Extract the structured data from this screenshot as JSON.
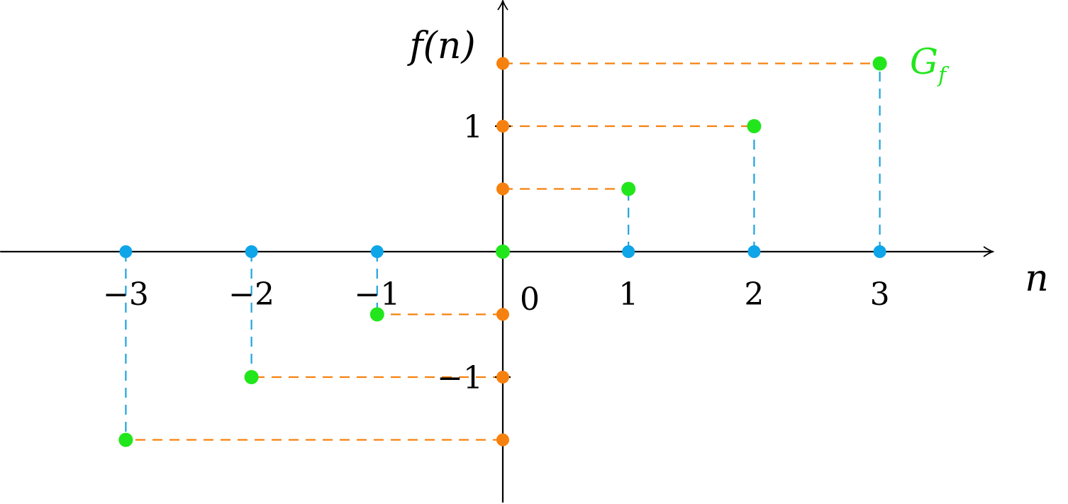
{
  "chart_data": {
    "type": "scatter",
    "title": "",
    "xlabel": "n",
    "ylabel": "f(n)",
    "graph_label": {
      "main": "G",
      "sub": "f"
    },
    "xlim": [
      -4,
      3.9
    ],
    "ylim": [
      -2,
      2
    ],
    "x_ticks": [
      -3,
      -2,
      -1,
      0,
      1,
      2,
      3
    ],
    "x_tick_labels": [
      "−3",
      "−2",
      "−1",
      "0",
      "1",
      "2",
      "3"
    ],
    "y_ticks": [
      1,
      -1
    ],
    "y_tick_labels": [
      "1",
      "−1"
    ],
    "grid": false,
    "points": [
      {
        "x": -3,
        "y": -1.5
      },
      {
        "x": -2,
        "y": -1
      },
      {
        "x": -1,
        "y": -0.5
      },
      {
        "x": 0,
        "y": 0
      },
      {
        "x": 1,
        "y": 0.5
      },
      {
        "x": 2,
        "y": 1
      },
      {
        "x": 3,
        "y": 1.5
      }
    ],
    "colors": {
      "graph_points": "#22e61c",
      "domain_points": "#0ea5e9",
      "image_points": "#f7810e",
      "vertical_guides": "#1fa3de",
      "horizontal_guides": "#f7810e",
      "axes": "#000000"
    }
  }
}
